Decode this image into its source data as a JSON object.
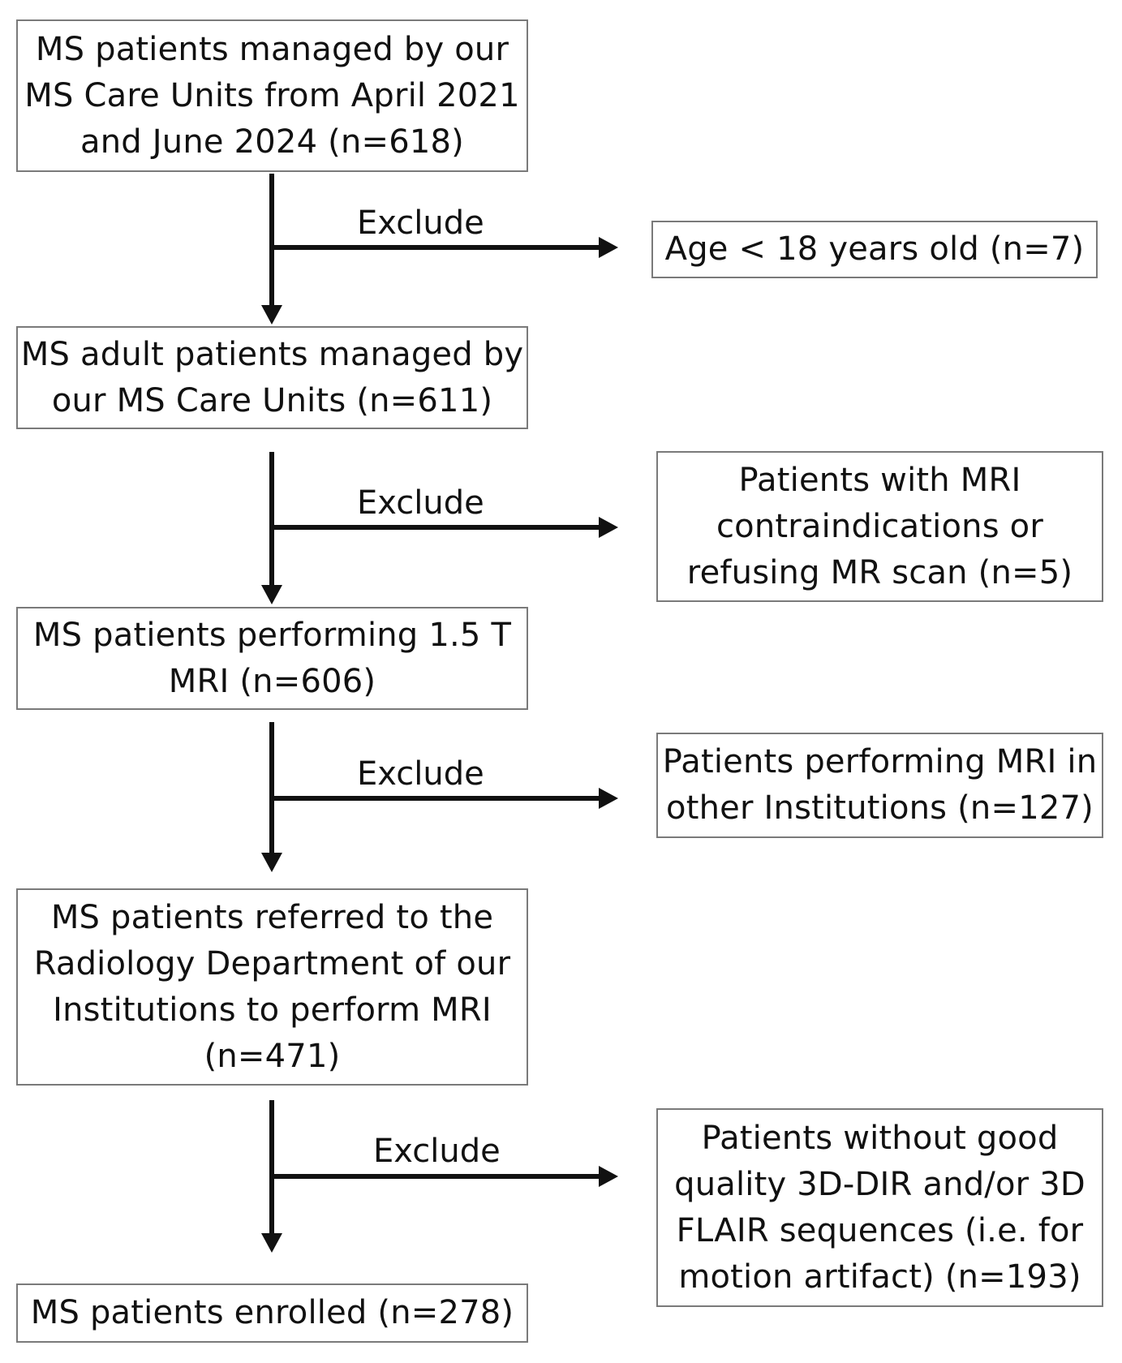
{
  "main_boxes": [
    {
      "text": "MS patients managed by our\nMS Care Units from April 2021\nand June 2024 (n=618)"
    },
    {
      "text": "MS adult patients managed by\nour MS Care Units (n=611)"
    },
    {
      "text": "MS patients performing 1.5 T\nMRI (n=606)"
    },
    {
      "text": "MS patients referred to the\nRadiology Department of our\nInstitutions to perform MRI\n(n=471)"
    },
    {
      "text": "MS patients enrolled (n=278)"
    }
  ],
  "exclusions": [
    {
      "label": "Exclude",
      "text": "Age < 18 years old (n=7)"
    },
    {
      "label": "Exclude",
      "text": "Patients with MRI\ncontraindications or\nrefusing MR scan (n=5)"
    },
    {
      "label": "Exclude",
      "text": "Patients performing MRI in\nother Institutions (n=127)"
    },
    {
      "label": "Exclude",
      "text": "Patients without good\nquality 3D-DIR and/or 3D\nFLAIR sequences (i.e. for\nmotion artifact) (n=193)"
    }
  ]
}
